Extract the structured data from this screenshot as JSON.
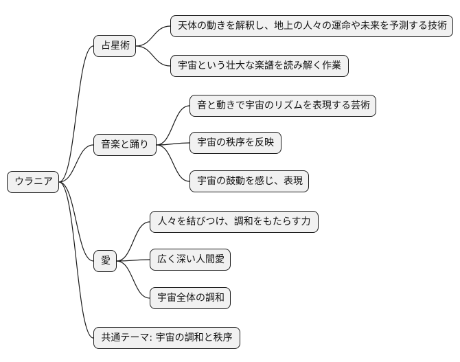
{
  "mindmap": {
    "root": "ウラニア",
    "branches": [
      {
        "label": "占星術",
        "children": [
          "天体の動きを解釈し、地上の人々の運命や未来を予測する技術",
          "宇宙という壮大な楽譜を読み解く作業"
        ]
      },
      {
        "label": "音楽と踊り",
        "children": [
          "音と動きで宇宙のリズムを表現する芸術",
          "宇宙の秩序を反映",
          "宇宙の鼓動を感じ、表現"
        ]
      },
      {
        "label": "愛",
        "children": [
          "人々を結びつけ、調和をもたらす力",
          "広く深い人間愛",
          "宇宙全体の調和"
        ]
      },
      {
        "label": "共通テーマ: 宇宙の調和と秩序",
        "children": []
      }
    ]
  },
  "colors": {
    "node_fill": "#f1f1f1",
    "node_border": "#1a1a1a",
    "line": "#1a1a1a"
  }
}
